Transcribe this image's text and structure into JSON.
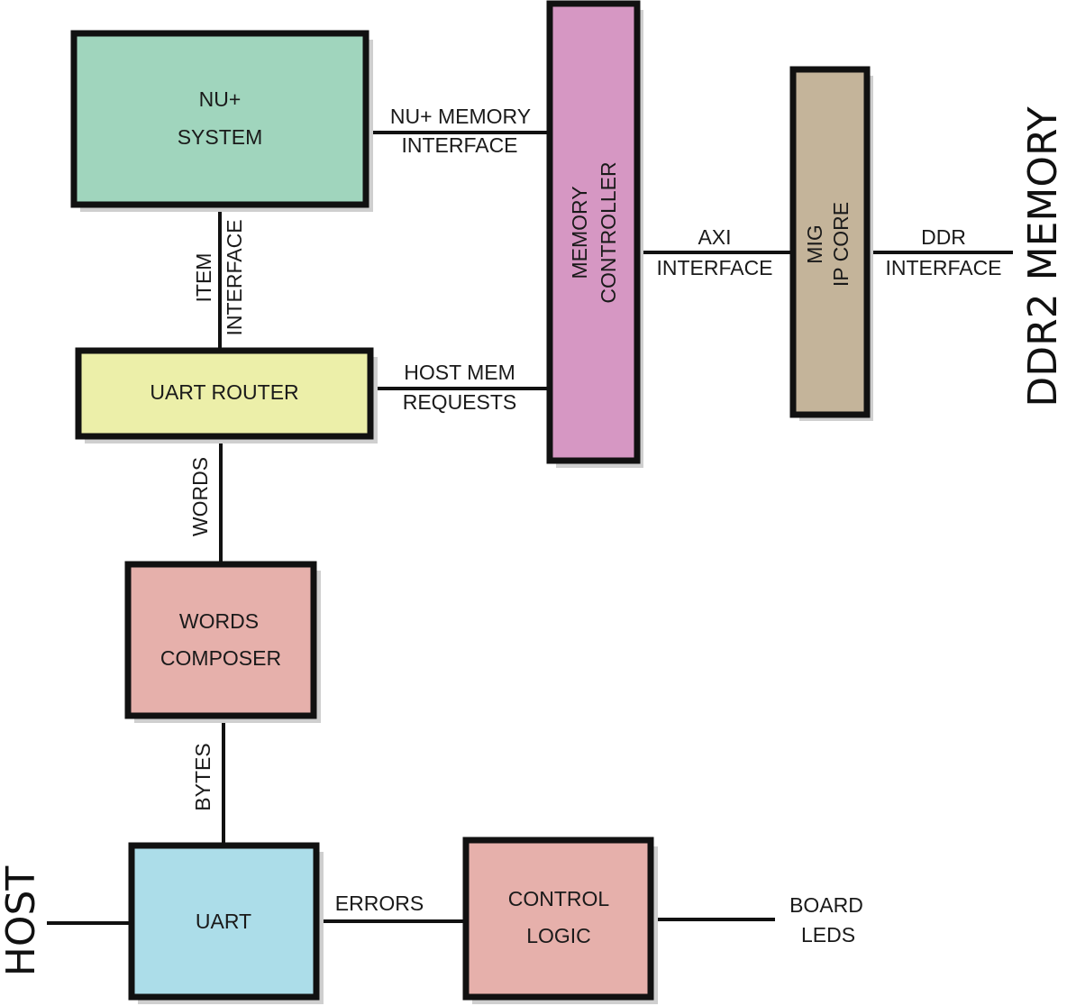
{
  "colors": {
    "nu_system": "#a0d5bd",
    "memory_controller": "#d697c3",
    "mig_core": "#c4b49a",
    "uart_router": "#ecefa9",
    "words_composer": "#e6b0ab",
    "uart": "#acdde9",
    "control_logic": "#e6b0ab"
  },
  "blocks": {
    "nu_system": {
      "line1": "NU+",
      "line2": "SYSTEM"
    },
    "memory_controller": {
      "line1": "MEMORY",
      "line2": "CONTROLLER"
    },
    "mig_core": {
      "line1": "MIG",
      "line2": "IP CORE"
    },
    "uart_router": {
      "line1": "UART ROUTER"
    },
    "words_composer": {
      "line1": "WORDS",
      "line2": "COMPOSER"
    },
    "uart": {
      "line1": "UART"
    },
    "control_logic": {
      "line1": "CONTROL",
      "line2": "LOGIC"
    }
  },
  "connections": {
    "nu_memory_interface": {
      "line1": "NU+ MEMORY",
      "line2": "INTERFACE"
    },
    "item_interface": {
      "line1": "ITEM",
      "line2": "INTERFACE"
    },
    "host_mem_requests": {
      "line1": "HOST MEM",
      "line2": "REQUESTS"
    },
    "axi_interface": {
      "line1": "AXI",
      "line2": "INTERFACE"
    },
    "ddr_interface": {
      "line1": "DDR",
      "line2": "INTERFACE"
    },
    "words": {
      "line1": "WORDS"
    },
    "bytes": {
      "line1": "BYTES"
    },
    "errors": {
      "line1": "ERRORS"
    },
    "board_leds": {
      "line1": "BOARD",
      "line2": "LEDS"
    }
  },
  "external": {
    "host": "HOST",
    "ddr2_memory": "DDR2 MEMORY"
  }
}
